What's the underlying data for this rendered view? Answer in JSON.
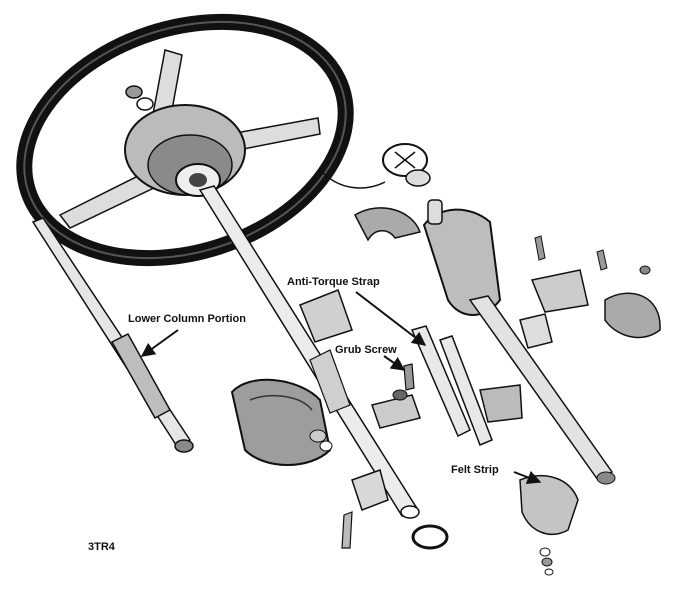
{
  "figure_id": "3TR4",
  "callouts": {
    "anti_torque_strap": "Anti-Torque Strap",
    "lower_column_portion": "Lower Column Portion",
    "grub_screw": "Grub Screw",
    "felt_strip": "Felt Strip"
  },
  "colors": {
    "ink": "#111111",
    "paper": "#ffffff",
    "shade": "#9a9a9a"
  }
}
